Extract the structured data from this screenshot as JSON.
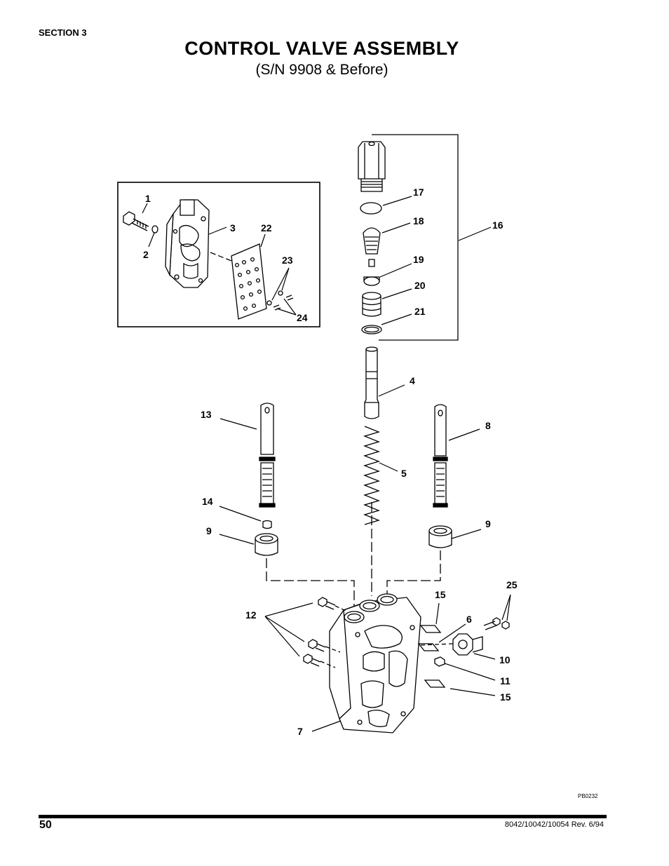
{
  "header": {
    "section": "SECTION 3",
    "title": "CONTROL VALVE ASSEMBLY",
    "subtitle": "(S/N 9908 & Before)"
  },
  "diagram": {
    "callouts": {
      "c1": "1",
      "c2": "2",
      "c3": "3",
      "c22": "22",
      "c23": "23",
      "c24": "24",
      "c17": "17",
      "c18": "18",
      "c16": "16",
      "c19": "19",
      "c20": "20",
      "c21": "21",
      "c4": "4",
      "c13": "13",
      "c8": "8",
      "c5": "5",
      "c14": "14",
      "c9a": "9",
      "c9b": "9",
      "c25": "25",
      "c15a": "15",
      "c12": "12",
      "c6": "6",
      "c10": "10",
      "c11": "11",
      "c15b": "15",
      "c7": "7"
    },
    "drawing_code": "PB0232"
  },
  "footer": {
    "page_number": "50",
    "revision": "8042/10042/10054 Rev. 6/94"
  }
}
